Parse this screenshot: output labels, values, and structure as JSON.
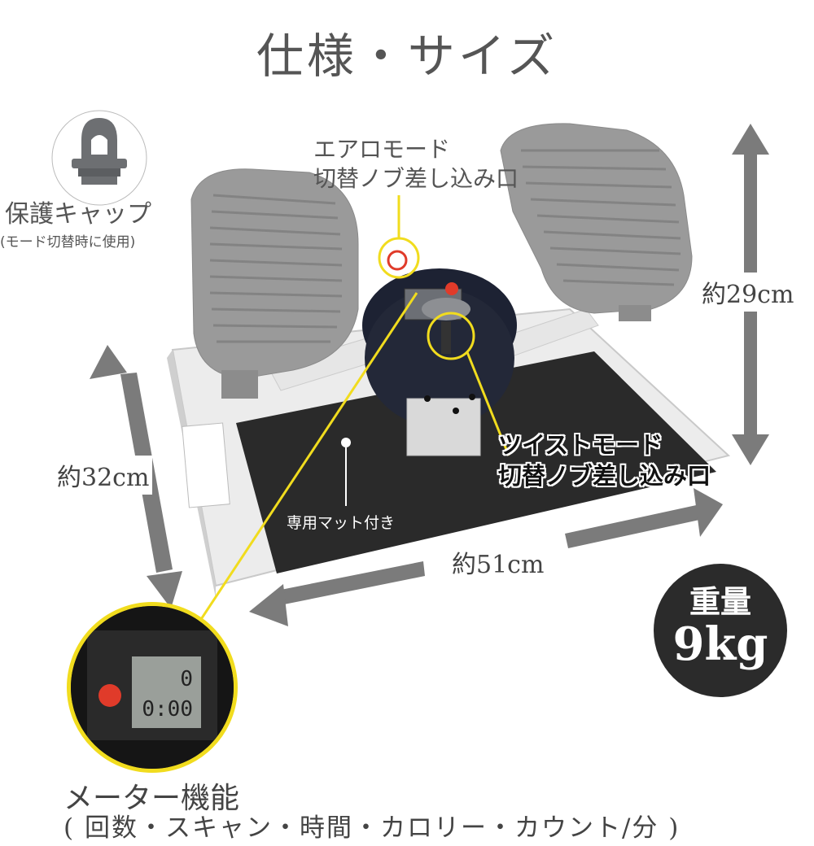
{
  "title": "仕様・サイズ",
  "cap": {
    "title": "保護キャップ",
    "subtitle": "(モード切替時に使用)"
  },
  "aero_knob": {
    "line1": "エアロモード",
    "line2": "切替ノブ差し込み口"
  },
  "twist_knob": {
    "line1": "ツイストモード",
    "line2": "切替ノブ差し込み口"
  },
  "dimensions": {
    "height": "約29cm",
    "depth": "約32cm",
    "width": "約51cm"
  },
  "mat_label": "専用マット付き",
  "weight": {
    "label": "重量",
    "value": "9kg"
  },
  "meter": {
    "title": "メーター機能",
    "functions": "( 回数・スキャン・時間・カロリー・カウント/分 )",
    "lcd_top": "0",
    "lcd_bottom": "0:00"
  },
  "colors": {
    "accent_yellow": "#f1dc1e",
    "arrow_gray": "#7b7b7b",
    "pedal_gray": "#9a9a9a",
    "mat_black": "#2a2a2a",
    "body_navy": "#1d2233"
  }
}
